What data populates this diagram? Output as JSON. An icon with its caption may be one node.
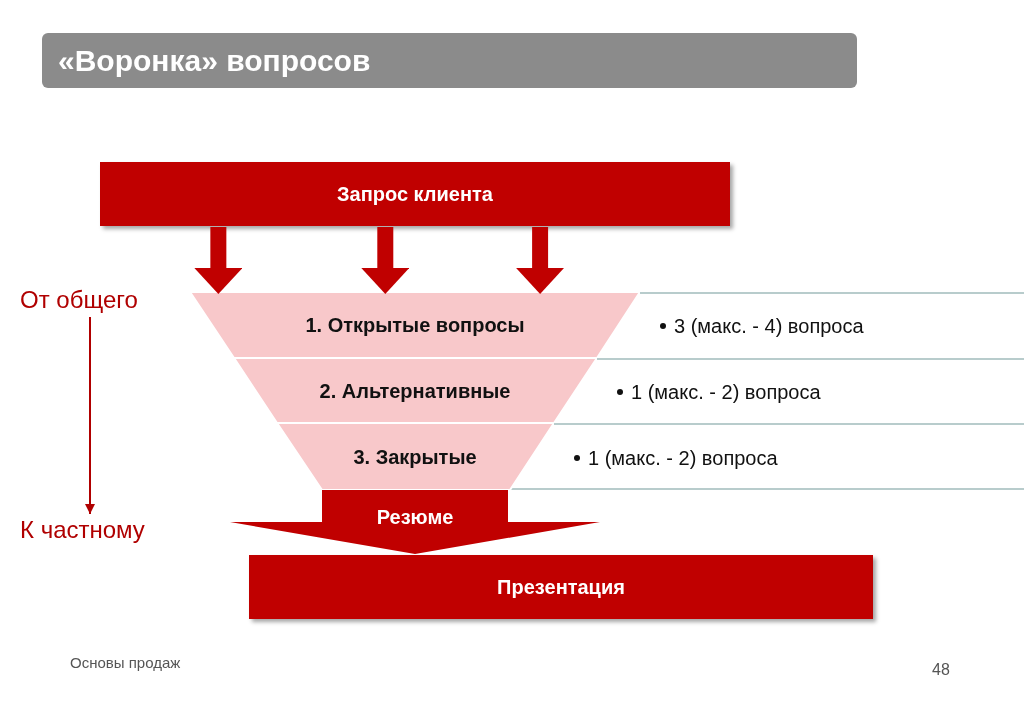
{
  "diagram": {
    "title": "«Воронка» вопросов",
    "nodes": [
      {
        "text": [
          "Запрос клиента"
        ]
      },
      {
        "text": [
          "1. Открытые вопросы"
        ]
      },
      {
        "text": [
          "2. Альтернативные"
        ]
      },
      {
        "text": [
          "3. Закрытые"
        ]
      },
      {
        "text": [
          "Резюме"
        ]
      },
      {
        "text": [
          "Презентация"
        ]
      },
      {
        "text": [
          "3 (макс. - 4) вопроса"
        ]
      },
      {
        "text": [
          "1 (макс. - 2) вопроса"
        ]
      },
      {
        "text": [
          "1 (макс. - 2) вопроса"
        ]
      },
      {
        "text": [
          "От общего"
        ]
      },
      {
        "text": [
          "К частному"
        ]
      }
    ],
    "edges": [
      {
        "from": 0,
        "to": 1,
        "arrow": "to"
      },
      {
        "from": 0,
        "to": 1,
        "arrow": "to"
      },
      {
        "from": 0,
        "to": 1,
        "arrow": "to"
      },
      {
        "from": 9,
        "to": 10,
        "arrow": "to"
      }
    ],
    "labels": [
      "Основы продаж",
      "48"
    ]
  }
}
